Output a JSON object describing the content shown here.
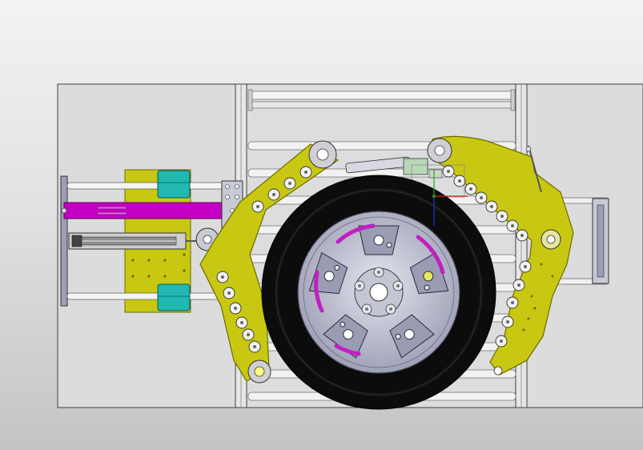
{
  "app": {
    "kind": "CAD assembly viewport",
    "view": "top view"
  },
  "colors": {
    "background_top": "#f3f3f3",
    "background_bottom": "#c4c4c4",
    "frame": "#dadada",
    "frame_edge": "#404040",
    "arm_yellow": "#c8c812",
    "arm_yellow_edge": "#6b6b00",
    "actuator_magenta": "#c400c4",
    "clamp_teal": "#20b8b0",
    "tire": "#0c0c0c",
    "rim": "#b4b6c8",
    "spoke_highlight": "#c020c0",
    "triad_x": "#e02020",
    "triad_y": "#20a020",
    "triad_z": "#2030e0"
  },
  "components": [
    {
      "name": "base-frame",
      "color_key": "frame"
    },
    {
      "name": "rollers",
      "color_key": "frame"
    },
    {
      "name": "left-clamp-arm",
      "color_key": "arm_yellow"
    },
    {
      "name": "right-clamp-arm",
      "color_key": "arm_yellow"
    },
    {
      "name": "linear-actuator",
      "color_key": "actuator_magenta"
    },
    {
      "name": "clamp-blocks",
      "color_key": "clamp_teal"
    },
    {
      "name": "wheel-tire",
      "color_key": "tire"
    },
    {
      "name": "wheel-rim",
      "color_key": "rim"
    },
    {
      "name": "pneumatic-cylinder",
      "color_key": "rim"
    },
    {
      "name": "coordinate-triad",
      "color_key": "triad_x"
    }
  ]
}
